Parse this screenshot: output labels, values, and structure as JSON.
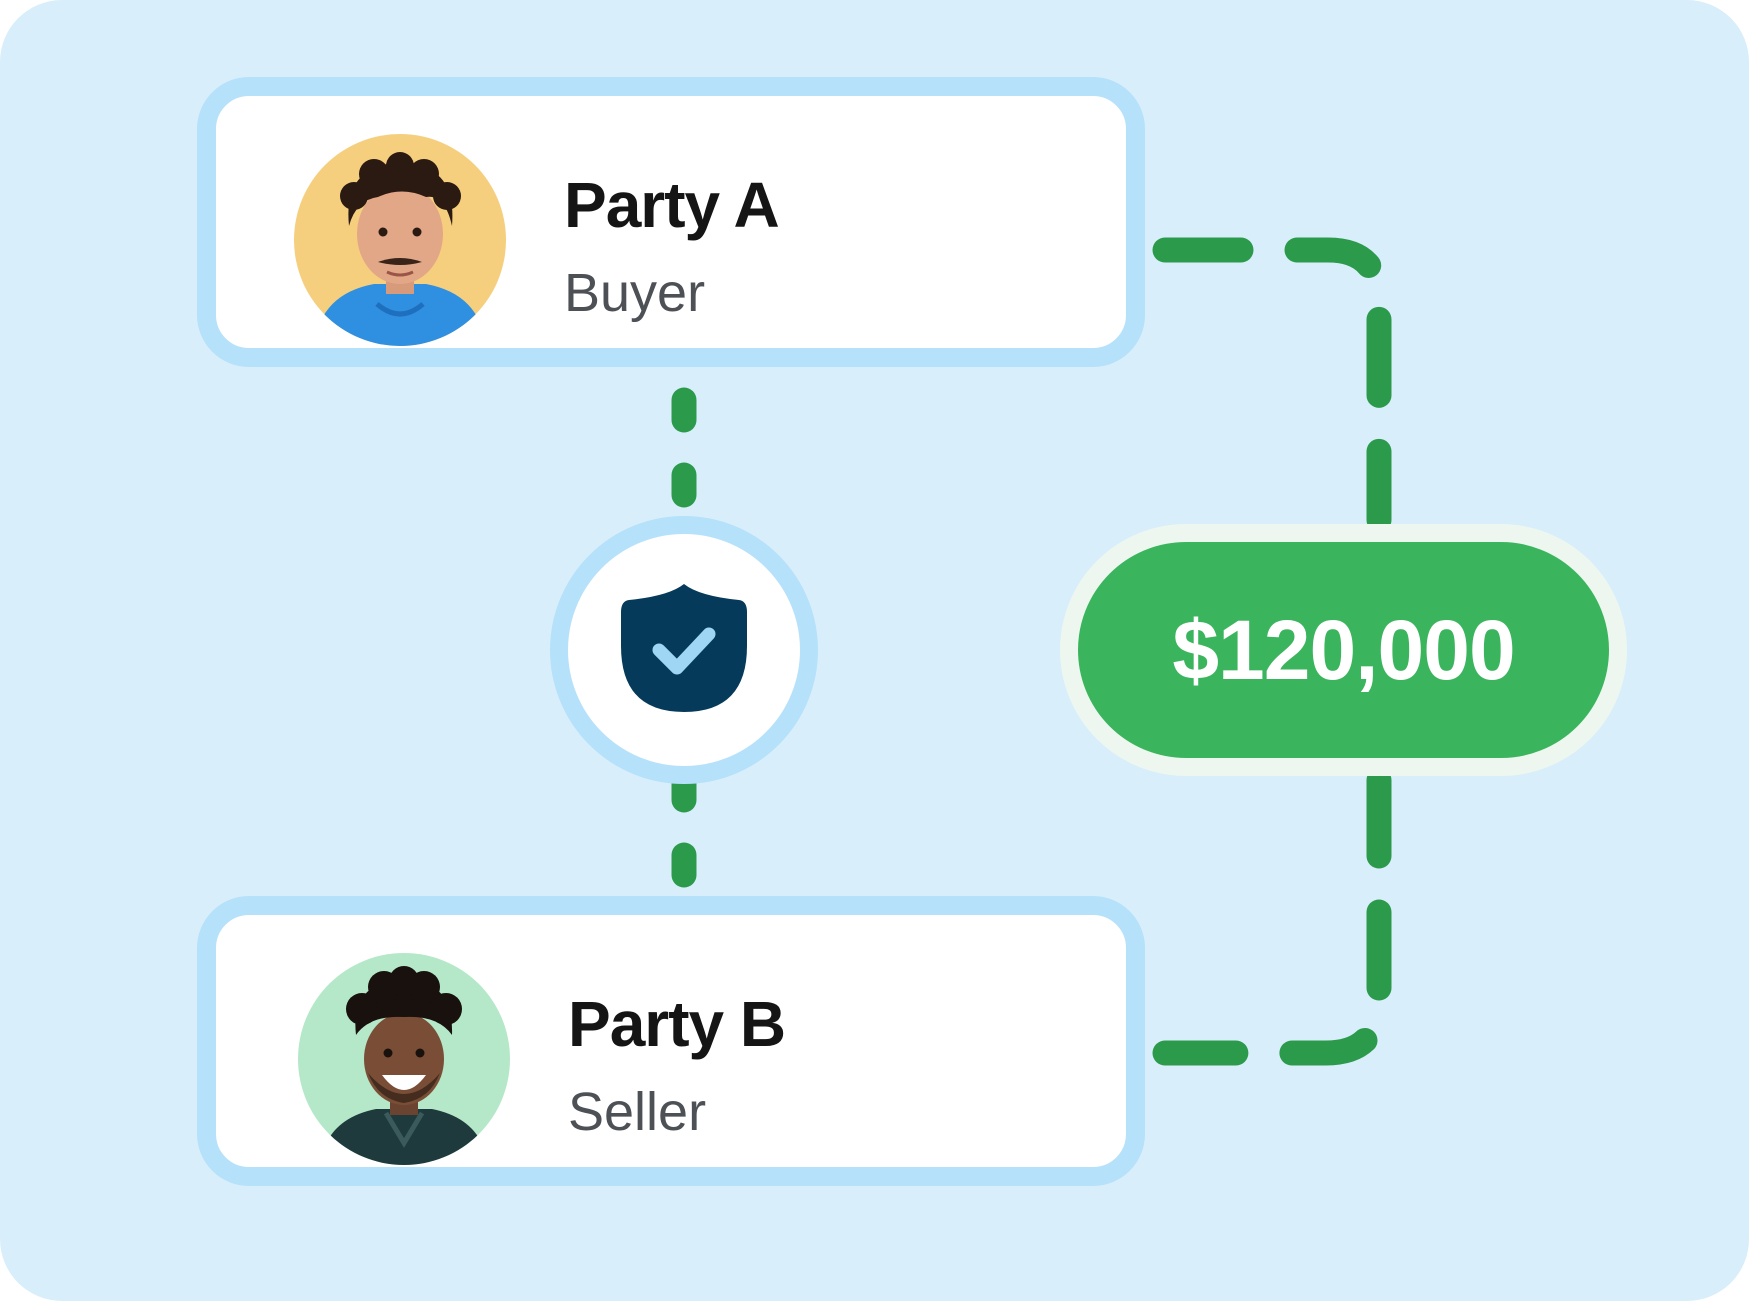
{
  "parties": [
    {
      "name": "Party A",
      "role": "Buyer",
      "avatar_bg": "#f5cf7e",
      "avatar_icon": "man-portrait-curly-hair"
    },
    {
      "name": "Party B",
      "role": "Seller",
      "avatar_bg": "#b5e8c8",
      "avatar_icon": "man-portrait-smiling"
    }
  ],
  "escrow": {
    "icon": "shield-check-icon",
    "shield_color": "#063a5a",
    "check_color": "#9fd6f4"
  },
  "amount": "$120,000",
  "colors": {
    "background": "#d8eefb",
    "card_border": "#b6e1fa",
    "connector": "#2b9a4b",
    "pill": "#3bb55d",
    "pill_border": "#edf7ef"
  }
}
